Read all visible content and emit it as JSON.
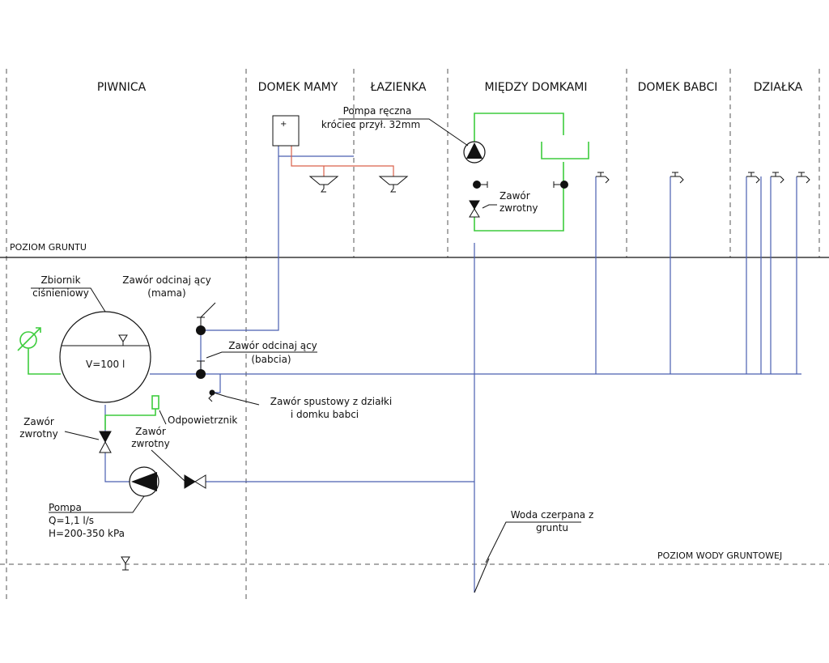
{
  "zones": {
    "piwnica": "PIWNICA",
    "domek_mamy": "DOMEK MAMY",
    "lazienka": "ŁAZIENKA",
    "miedzy_domkami": "MIĘDZY DOMKAMI",
    "domek_babci": "DOMEK BABCI",
    "dzialka": "DZIAŁKA"
  },
  "levels": {
    "ground": "POZIOM GRUNTU",
    "groundwater": "POZIOM WODY GRUNTOWEJ"
  },
  "labels": {
    "hand_pump": [
      "Pompa ręczna",
      "króciec przył. 32mm"
    ],
    "check_valve_top": [
      "Zawór",
      "zwrotny"
    ],
    "tank": [
      "Zbiornik",
      "ciśnieniowy"
    ],
    "tank_volume": "V=100 l",
    "shutoff_mama": [
      "Zawór odcinaj ący",
      "(mama)"
    ],
    "shutoff_babcia": [
      "Zawór odcinaj ący",
      "(babcia)"
    ],
    "drain_valve": [
      "Zawór spustowy z działki",
      "i domku babci"
    ],
    "air_vent": "Odpowietrznik",
    "check_valve_left": [
      "Zawór",
      "zwrotny"
    ],
    "check_valve_mid": [
      "Zawór",
      "zwrotny"
    ],
    "pump": [
      "Pompa",
      "Q=1,1 l/s",
      "H=200-350 kPa"
    ],
    "well": [
      "Woda czerpana z",
      "gruntu"
    ]
  },
  "colors": {
    "pipe_blue": "#4a5fb0",
    "pipe_green": "#3dcc3d",
    "pipe_red": "#d9604a",
    "line": "#111111",
    "dash": "#555555"
  }
}
